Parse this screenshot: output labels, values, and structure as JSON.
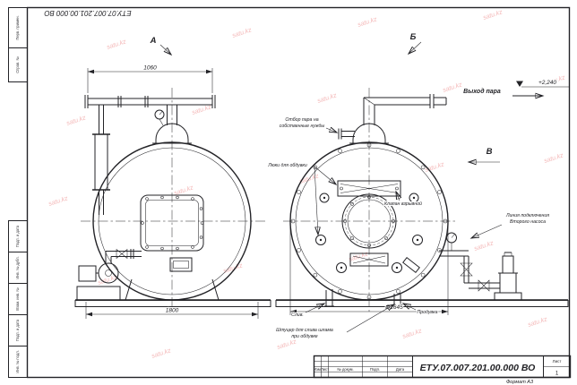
{
  "sheet": {
    "doc_number_top": "ЕТУ.07.007.201.00.000  ВО",
    "format_label": "Формат А3"
  },
  "frame_stamps": {
    "perv_primen": "Перв. примен.",
    "sprav_no": "Справ. №",
    "podp_data_1": "Подп. и дата",
    "inv_dubl": "Инв. № дубл.",
    "vzam_inv": "Взам. инв. №",
    "podp_data_2": "Подп. и дата",
    "inv_podl": "Инв. № подл."
  },
  "title_block": {
    "col_izm": "Изм.",
    "col_list": "Лист",
    "col_docnum": "№ докум.",
    "col_podp": "Подп.",
    "col_data": "Дата",
    "doc_number": "ЕТУ.07.007.201.00.000  ВО",
    "list_label": "Лист",
    "list_value": "1"
  },
  "views": {
    "label_a": "А",
    "label_b": "Б",
    "label_v": "В"
  },
  "annotations": {
    "steam_outlet": "Выход пара",
    "elevation": "+2,240",
    "steam_own_1": "Отбор пара на",
    "steam_own_2": "собственные нужды",
    "hatches": "Люки для обдувки",
    "explosion_valve": "Клапан взрывной",
    "pump_line_1": "Линия подключения",
    "pump_line_2": "Второго насоса",
    "drain": "Слив.",
    "blowdown": "Продувка",
    "sludge_1": "Штуцер для слива шлама",
    "sludge_2": "при обдувке"
  },
  "dimensions": {
    "top_width": "1060",
    "base_width": "1800",
    "diameter": "Ø1645"
  },
  "watermark": {
    "text": "satu.kz"
  }
}
